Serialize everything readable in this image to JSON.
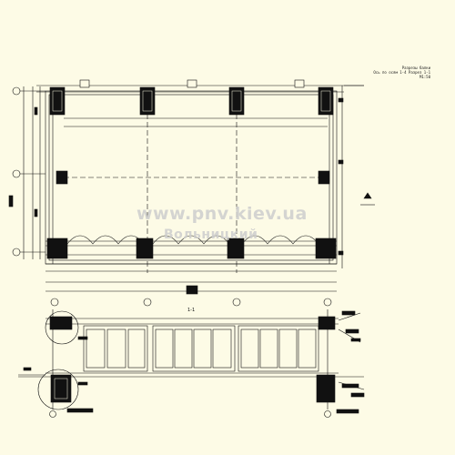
{
  "title_block": {
    "line1": "Разрезы балки",
    "line2": "Ось по осям 1-4 Разрез 1-1",
    "line3": "М1:50"
  },
  "section_label": "1-1",
  "watermark": {
    "url": "www.pnv.kiev.ua",
    "sub": "Вольницкий"
  },
  "colors": {
    "line": "#111111",
    "background": "#fdfbe6",
    "watermark": "#cdcdcd"
  }
}
